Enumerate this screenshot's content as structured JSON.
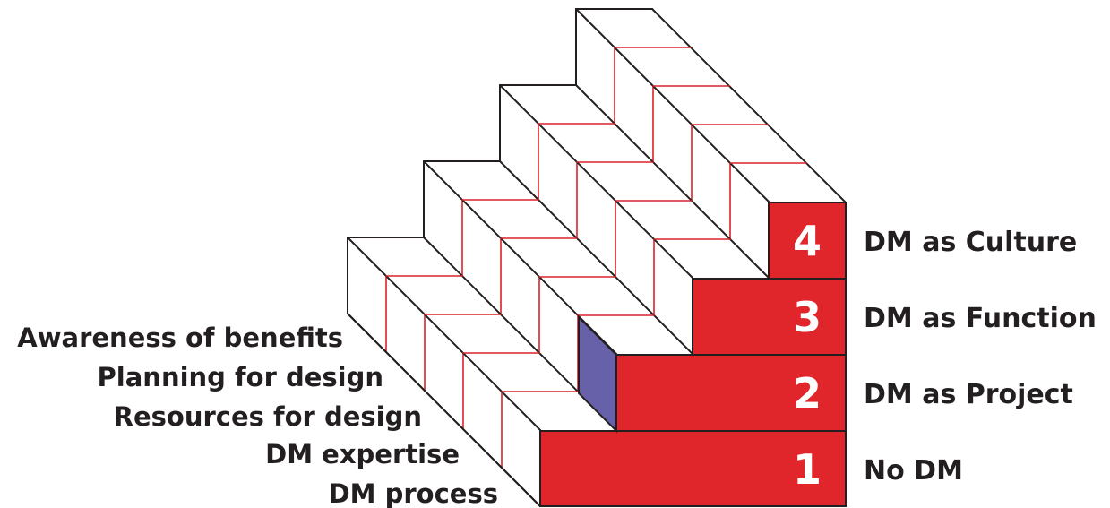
{
  "dimensions": [
    "Awareness of benefits",
    "Planning for design",
    "Resources for design",
    "DM expertise",
    "DM process"
  ],
  "levels": [
    {
      "number": "1",
      "label": "No DM"
    },
    {
      "number": "2",
      "label": "DM as Project"
    },
    {
      "number": "3",
      "label": "DM as Function"
    },
    {
      "number": "4",
      "label": "DM as Culture"
    }
  ],
  "colors": {
    "step_face": "#e0262b",
    "highlight": "#6661a8",
    "grid_line": "#d9232a",
    "outline": "#231f20"
  }
}
